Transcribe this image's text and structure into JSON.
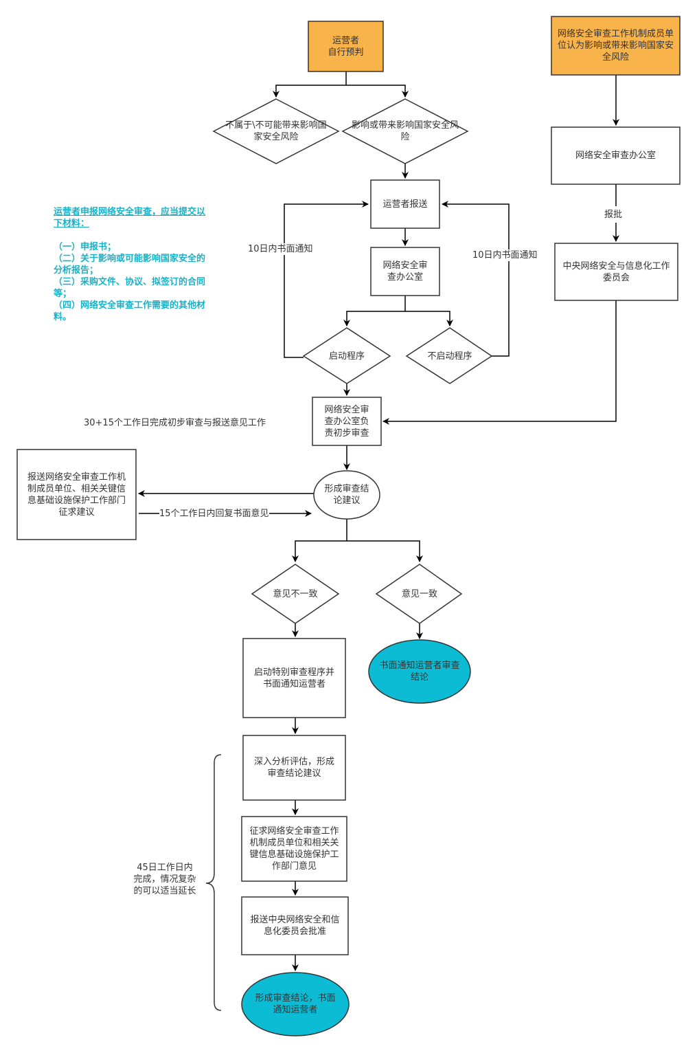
{
  "colors": {
    "orange": "#f9b34b",
    "cyan": "#0bbcd4",
    "note_cyan": "#18b2c8",
    "stroke": "#333333"
  },
  "nodes": {
    "operator_self_judge": "运营者\n自行预判",
    "working_body_member": "网络安全审查工作机制成员单位认为影响或带来影响国家安全风险",
    "not_risk": "不属于\\不可能带来影响国家安全风险",
    "risk": "影响或带来影响国家安全风险",
    "review_office_top": "网络安全审查办公室",
    "operator_submit": "运营者报送",
    "review_office": "网络安全审\n查办公室",
    "start_procedure": "启动程序",
    "no_start_procedure": "不启动程序",
    "central_committee": "中央网络安全与信息化工作委员会",
    "preliminary_review": "网络安全审\n查办公室负\n责初步审查",
    "send_for_opinion": "报送网络安全审查工作机制成员单位、相关关键信息基础设施保护工作部门征求建议",
    "form_conclusion": "形成审查结\n论建议",
    "disagree": "意见不一致",
    "agree": "意见一致",
    "special_review": "启动特别审查程序并书面通知运营者",
    "notify_conclusion": "书面通知运营者审查结论",
    "deep_analysis": "深入分析评估，形成审查结论建议",
    "solicit_opinion": "征求网络安全审查工作机制成员单位和相关关键信息基础设施保护工作部门意见",
    "submit_central": "报送中央网络安全和信息化委员会批准",
    "final_conclusion": "形成审查结论，书面通知运营者"
  },
  "labels": {
    "approve": "报批",
    "notify_10_left": "10日内书面通知",
    "notify_10_right": "10日内书面通知",
    "preliminary_days": "30+15个工作日完成初步审查与报送意见工作",
    "reply_15": "15个工作日内回复书面意见",
    "days_45": "45日工作日内\n完成，情况复杂\n的可以适当延长"
  },
  "note": {
    "title": "运营者申报网络安全审查，应当提交以下材料：",
    "items": [
      "（一）申报书；",
      "（二）关于影响或可能影响国家安全的分析报告；",
      "（三）采购文件、协议、拟签订的合同等；",
      "（四）网络安全审查工作需要的其他材料。"
    ]
  }
}
